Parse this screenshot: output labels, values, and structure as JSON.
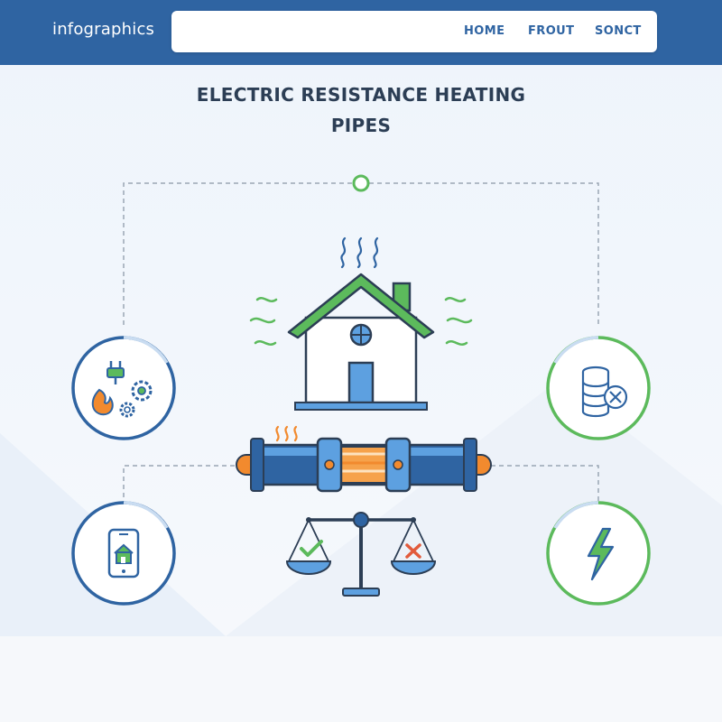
{
  "header": {
    "brand": "infographics",
    "nav": [
      {
        "label": "HOME"
      },
      {
        "label": "FROUT"
      },
      {
        "label": "SONCT"
      }
    ]
  },
  "title": {
    "line1": "ELECTRIC RESISTANCE HEATING",
    "line2": "PIPES"
  },
  "colors": {
    "header_bg": "#2f64a2",
    "blue_accent": "#2f64a2",
    "green_accent": "#5cba5c",
    "orange_accent": "#f28a2e",
    "red_accent": "#e25b3c",
    "text_dark": "#2c3e55"
  },
  "icons": {
    "top_left_circle": [
      "plug-icon",
      "flame-icon",
      "gears-icon"
    ],
    "top_right_circle": [
      "coins-cancel-icon"
    ],
    "bottom_left_circle": [
      "smartphone-home-icon"
    ],
    "bottom_right_circle": [
      "lightning-bolt-icon"
    ],
    "center": [
      "house-icon",
      "heating-pipe-icon",
      "balance-scale-icon"
    ]
  }
}
